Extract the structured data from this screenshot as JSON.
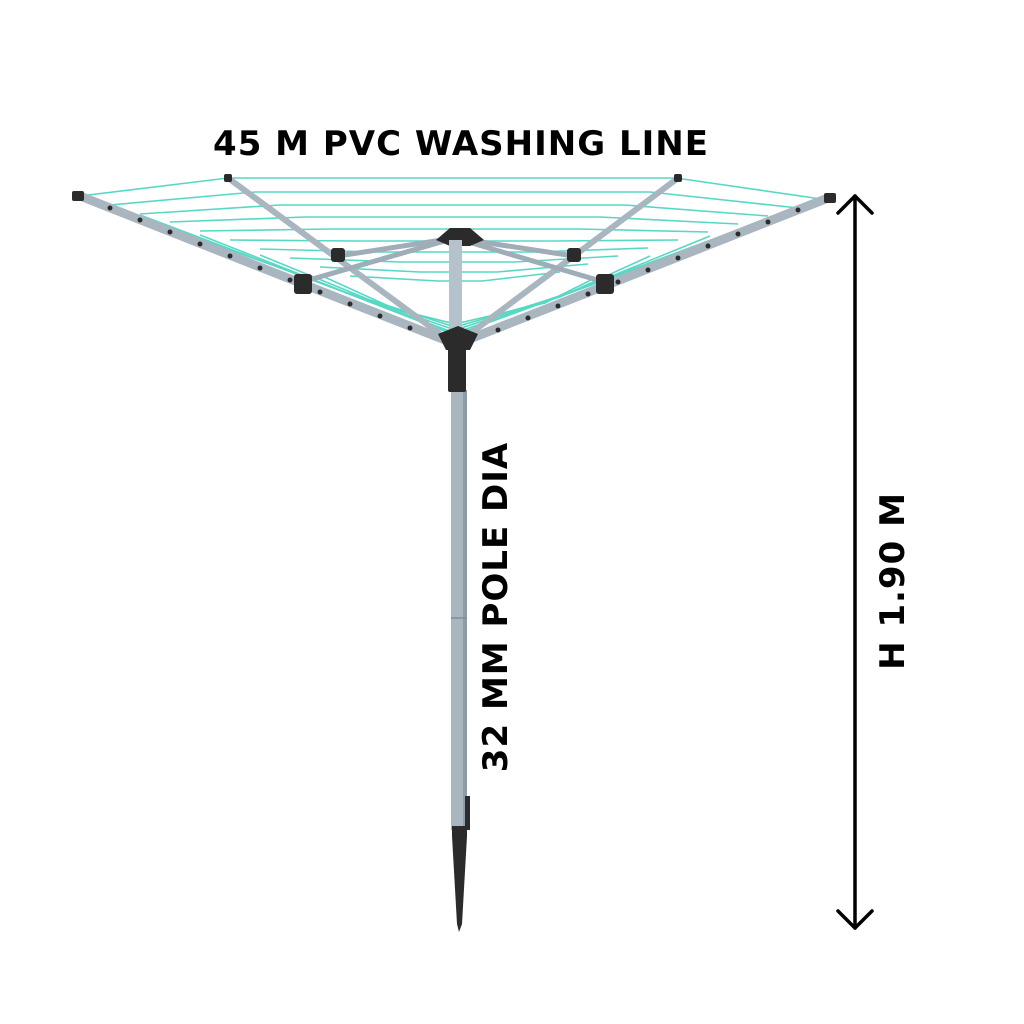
{
  "labels": {
    "washing_line": "45 M PVC WASHING LINE",
    "pole_diameter": "32 MM POLE DIA",
    "height": "H 1.90 M"
  },
  "colors": {
    "background": "#ffffff",
    "frame": "#a9b6c0",
    "frame_dark": "#7f8d98",
    "line": "#4fd6c2",
    "plastic": "#2b2b2b",
    "text": "#000000"
  },
  "image": {
    "subject": "rotary clothes airer",
    "icon": "rotary-airer-illustration"
  }
}
